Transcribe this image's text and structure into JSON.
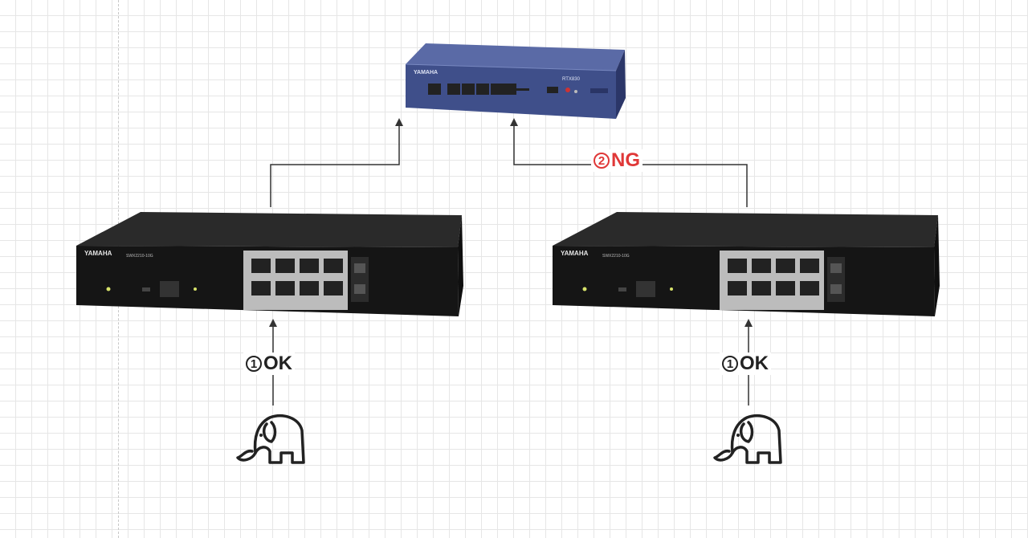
{
  "colors": {
    "wire": "#333333",
    "router": "#3f4f8a",
    "switch": "#151515",
    "ok": "#222222",
    "ng": "#e03838"
  },
  "devices": {
    "router": {
      "brand": "YAMAHA",
      "model": "RTX830"
    },
    "switch_left": {
      "brand": "YAMAHA",
      "model": "SWX2210-10G"
    },
    "switch_right": {
      "brand": "YAMAHA",
      "model": "SWX2210-10G"
    }
  },
  "labels": {
    "left_ok": {
      "num": "1",
      "text": "OK"
    },
    "right_ok": {
      "num": "1",
      "text": "OK"
    },
    "ng": {
      "num": "2",
      "text": "NG"
    }
  },
  "icons": {
    "client_left": "elephant-icon",
    "client_right": "elephant-icon"
  }
}
